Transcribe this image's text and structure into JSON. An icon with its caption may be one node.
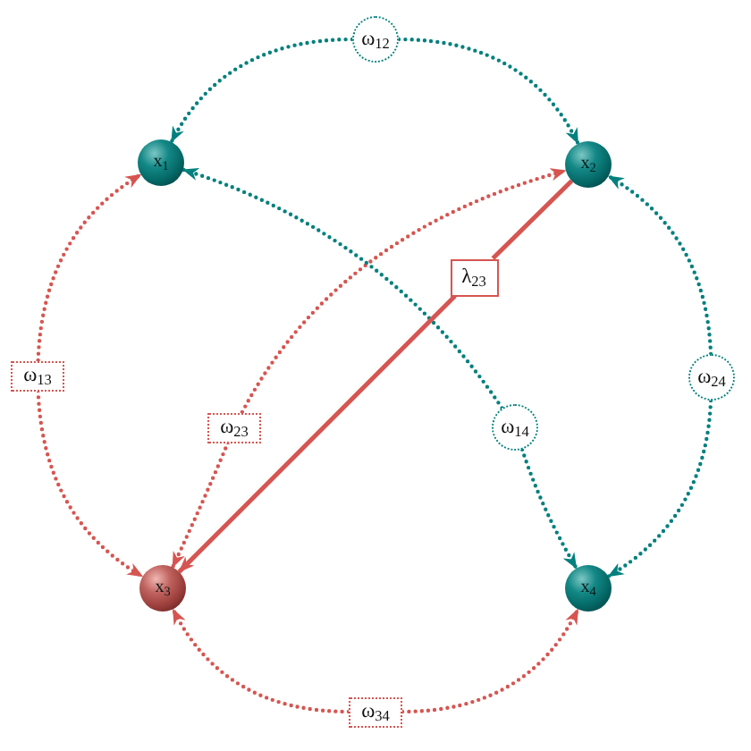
{
  "diagram": {
    "nodes": [
      {
        "text": [
          "ω$_{12}$"
        ]
      },
      {
        "text": [
          "x$_{1}$"
        ]
      },
      {
        "text": [
          "x$_{2}$"
        ]
      },
      {
        "text": [
          "λ$_{23}$"
        ]
      },
      {
        "text": [
          "ω$_{13}$"
        ]
      },
      {
        "text": [
          "ω$_{24}$"
        ]
      },
      {
        "text": [
          "ω$_{23}$"
        ]
      },
      {
        "text": [
          "ω$_{14}$"
        ]
      },
      {
        "text": [
          "x$_{3}$"
        ]
      },
      {
        "text": [
          "x$_{4}$"
        ]
      },
      {
        "text": [
          "ω$_{34}$"
        ]
      }
    ],
    "edges": [
      {
        "from": 0,
        "to": 1,
        "arrow": "to",
        "style": "dashed",
        "color": "#00807e"
      },
      {
        "from": 0,
        "to": 2,
        "arrow": "to",
        "style": "dashed",
        "color": "#00807e"
      },
      {
        "from": 4,
        "to": 1,
        "arrow": "to",
        "style": "dashed"
      },
      {
        "from": 4,
        "to": 8,
        "arrow": "to",
        "style": "dashed"
      },
      {
        "from": 5,
        "to": 2,
        "arrow": "to",
        "style": "dashed",
        "color": "#00807e"
      },
      {
        "from": 5,
        "to": 9,
        "arrow": "to",
        "style": "dashed",
        "color": "#00807e"
      },
      {
        "from": 6,
        "to": 2,
        "arrow": "to",
        "style": "dashed"
      },
      {
        "from": 6,
        "to": 8,
        "arrow": "to",
        "style": "dashed"
      },
      {
        "from": 7,
        "to": 1,
        "arrow": "to",
        "style": "dashed",
        "color": "#00807e"
      },
      {
        "from": 7,
        "to": 9,
        "arrow": "to",
        "style": "dashed",
        "color": "#00807e"
      },
      {
        "from": 10,
        "to": 8,
        "arrow": "to",
        "style": "dashed"
      },
      {
        "from": 10,
        "to": 9,
        "arrow": "to",
        "style": "dashed"
      },
      {
        "from": 2,
        "to": 3,
        "arrow": "none"
      },
      {
        "from": 3,
        "to": 8,
        "arrow": "to"
      }
    ]
  }
}
